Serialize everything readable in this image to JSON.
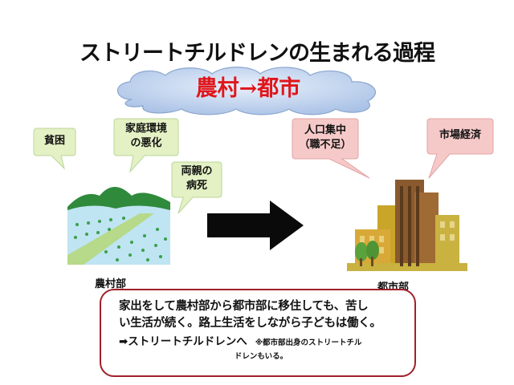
{
  "title": "ストリートチルドレンの生まれる過程",
  "cloud_label": "農村→都市",
  "causes": {
    "poverty": "貧困",
    "family": "家庭環境\nの悪化",
    "parents": "両親の\n病死"
  },
  "city_causes": {
    "concentration": "人口集中\n（職不足）",
    "market": "市場経済"
  },
  "labels": {
    "village": "農村部",
    "city": "都市部"
  },
  "note": {
    "line1": "家出をして農村部から都市部に移住しても、苦し",
    "line2": "い生活が続く。路上生活をしながら子どもは働く。",
    "arrow_text": "➡ストリートチルドレンへ",
    "small1": "※都市部出身のストリートチル",
    "small2": "ドレンもいる。"
  },
  "colors": {
    "green_bubble": "#e3f1c4",
    "pink_bubble": "#f6c9c9",
    "cloud": "#c8d8f0",
    "red_text": "#e0161b",
    "note_border": "#a0202a"
  }
}
